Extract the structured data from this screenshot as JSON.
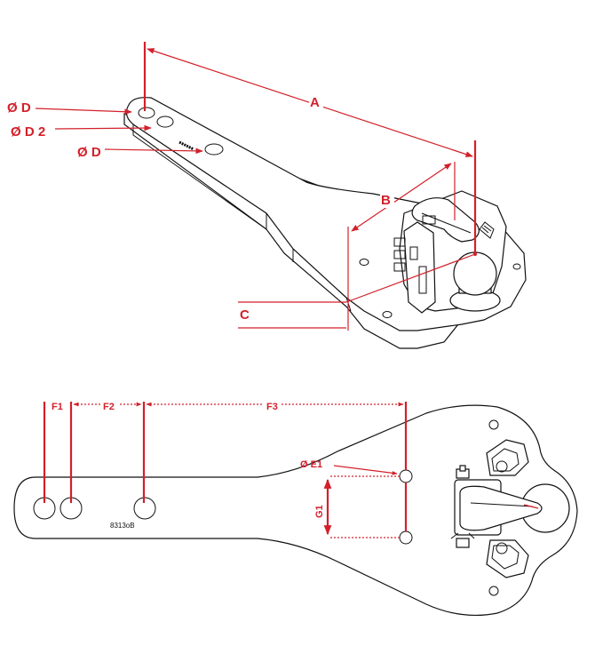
{
  "top_view": {
    "labels": {
      "d_top": "Ø D",
      "d2": "Ø D 2",
      "d_mid": "Ø D",
      "a": "A",
      "b": "B",
      "c": "C"
    }
  },
  "bottom_view": {
    "labels": {
      "f1": "F1",
      "f2": "F2",
      "f3": "F3",
      "e1": "Ø E1",
      "g1": "G1"
    },
    "part_code": "8313oB"
  },
  "colors": {
    "dimension": "#d3202a",
    "outline": "#111111",
    "background": "#ffffff"
  }
}
